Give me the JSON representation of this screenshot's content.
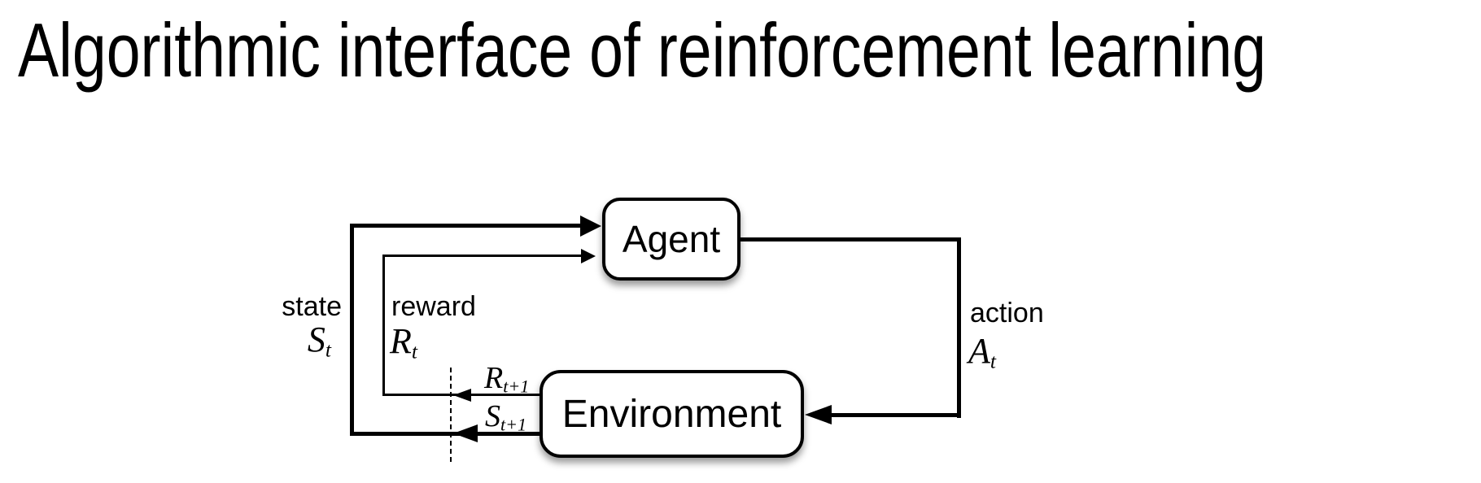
{
  "title": "Algorithmic interface of reinforcement learning",
  "diagram": {
    "nodes": {
      "agent": "Agent",
      "environment": "Environment"
    },
    "signals": {
      "state": {
        "label": "state",
        "base": "S",
        "sub": "t",
        "from": "environment",
        "to": "agent"
      },
      "reward": {
        "label": "reward",
        "base": "R",
        "sub": "t",
        "from": "environment",
        "to": "agent"
      },
      "action": {
        "label": "action",
        "base": "A",
        "sub": "t",
        "from": "agent",
        "to": "environment"
      },
      "next_reward": {
        "base": "R",
        "sub": "t+1",
        "from": "environment",
        "to": "time-boundary"
      },
      "next_state": {
        "base": "S",
        "sub": "t+1",
        "from": "environment",
        "to": "time-boundary"
      }
    },
    "colors": {
      "ink": "#000000",
      "background": "#ffffff",
      "box_fill": "#ffffff"
    }
  }
}
